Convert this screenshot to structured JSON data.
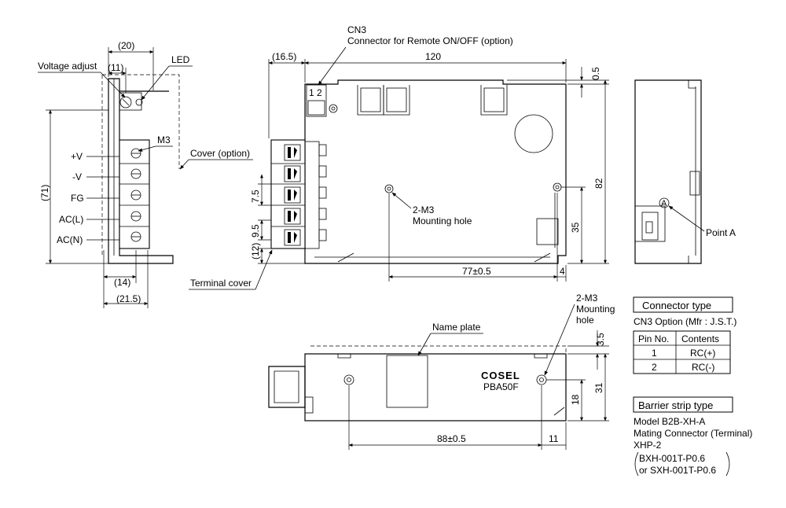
{
  "colors": {
    "line": "#000000",
    "background": "#ffffff",
    "fill_gray": "#d9d9d9"
  },
  "left_view": {
    "voltage_adjust": "Voltage adjust",
    "led": "LED",
    "m3": "M3",
    "cover_option": "Cover (option)",
    "terminals": [
      "+V",
      "-V",
      "FG",
      "AC(L)",
      "AC(N)"
    ],
    "dim_20": "(20)",
    "dim_11": "(11)",
    "dim_71": "(71)",
    "dim_14": "(14)",
    "dim_21_5": "(21.5)"
  },
  "top_view": {
    "cn3_title": "CN3",
    "cn3_desc": "Connector for Remote ON/OFF (option)",
    "pin1": "1",
    "pin2": "2",
    "dim_16_5": "(16.5)",
    "dim_120": "120",
    "dim_0_5": "0.5",
    "dim_82": "82",
    "dim_35": "35",
    "dim_7_5": "7.5",
    "dim_9_5": "9.5",
    "dim_12": "(12)",
    "dim_77": "77±0.5",
    "dim_4": "4",
    "mount_label_1": "2-M3",
    "mount_label_2": "Mounting hole",
    "terminal_cover": "Terminal cover"
  },
  "right_view": {
    "point_a": "Point A",
    "point_a_marker": "A"
  },
  "bottom_view": {
    "mount_label_1": "2-M3",
    "mount_label_2": "Mounting",
    "mount_label_3": "hole",
    "name_plate": "Name plate",
    "brand": "COSEL",
    "model": "PBA50F",
    "dim_3_5": "3.5",
    "dim_31": "31",
    "dim_18": "18",
    "dim_88": "88±0.5",
    "dim_11": "11"
  },
  "connector_type": {
    "title": "Connector type",
    "subtitle": "CN3 Option (Mfr : J.S.T.)",
    "headers": [
      "Pin No.",
      "Contents"
    ],
    "rows": [
      [
        "1",
        "RC(+)"
      ],
      [
        "2",
        "RC(-)"
      ]
    ]
  },
  "barrier_strip": {
    "title": "Barrier strip type",
    "lines": [
      "Model B2B-XH-A",
      "Mating Connector (Terminal)",
      "XHP-2"
    ],
    "paren_lines": [
      "BXH-001T-P0.6",
      "or SXH-001T-P0.6"
    ]
  }
}
